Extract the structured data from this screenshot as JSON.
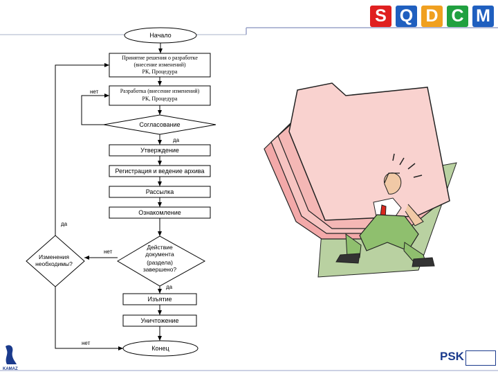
{
  "brand": {
    "letters": [
      {
        "ch": "S",
        "color": "#e02020"
      },
      {
        "ch": "Q",
        "color": "#1f5fbf"
      },
      {
        "ch": "D",
        "color": "#f0a020"
      },
      {
        "ch": "C",
        "color": "#20a040"
      },
      {
        "ch": "M",
        "color": "#1f5fbf"
      }
    ],
    "logo_text": "PSK",
    "company_text": "KAMAZ"
  },
  "flowchart": {
    "nodes": {
      "start": {
        "text": "Начало"
      },
      "decision_make": {
        "lines": [
          "Принятие решения о разработке",
          "(внесение изменений)",
          "РК, Процедура"
        ]
      },
      "develop": {
        "lines": [
          "Разработка (внесение изменений)",
          "РК, Процедура"
        ]
      },
      "approval": {
        "text": "Согласование"
      },
      "confirm": {
        "text": "Утверждение"
      },
      "register": {
        "text": "Регистрация и ведение архива"
      },
      "mailing": {
        "text": "Рассылка"
      },
      "review": {
        "text": "Ознакомление"
      },
      "changes_needed": {
        "lines": [
          "Изменения",
          "необходимы?"
        ]
      },
      "validity": {
        "lines": [
          "Действие",
          "документа",
          "(раздела)",
          "завершено?"
        ]
      },
      "withdrawal": {
        "text": "Изъятие"
      },
      "destruction": {
        "text": "Уничтожение"
      },
      "end": {
        "text": "Конец"
      }
    },
    "labels": {
      "no_develop": "нет",
      "yes_approval": "да",
      "yes_changes": "да",
      "no_validity": "нет",
      "yes_validity": "да",
      "no_end": "нет"
    }
  }
}
